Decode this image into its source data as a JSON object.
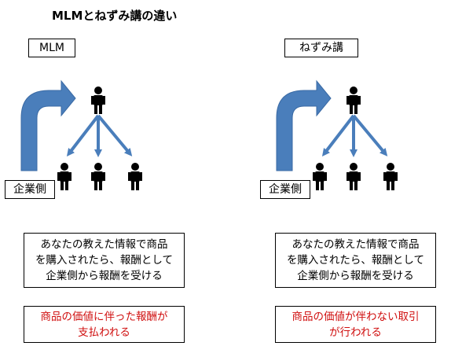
{
  "title": "MLMとねずみ講の違い",
  "left": {
    "label": "MLM",
    "company": "企業側",
    "description": [
      "あなたの教えた情報で商品",
      "を購入されたら、報酬として",
      "企業側から報酬を受ける"
    ],
    "note": [
      "商品の価値に伴った報酬が",
      "支払われる"
    ]
  },
  "right": {
    "label": "ねずみ講",
    "company": "企業側",
    "description": [
      "あなたの教えた情報で商品",
      "を購入されたら、報酬として",
      "企業側から報酬を受ける"
    ],
    "note": [
      "商品の価値が伴わない取引",
      "が行われる"
    ]
  },
  "colors": {
    "arrow": "#4a7ebb",
    "note_text": "#d01010"
  }
}
